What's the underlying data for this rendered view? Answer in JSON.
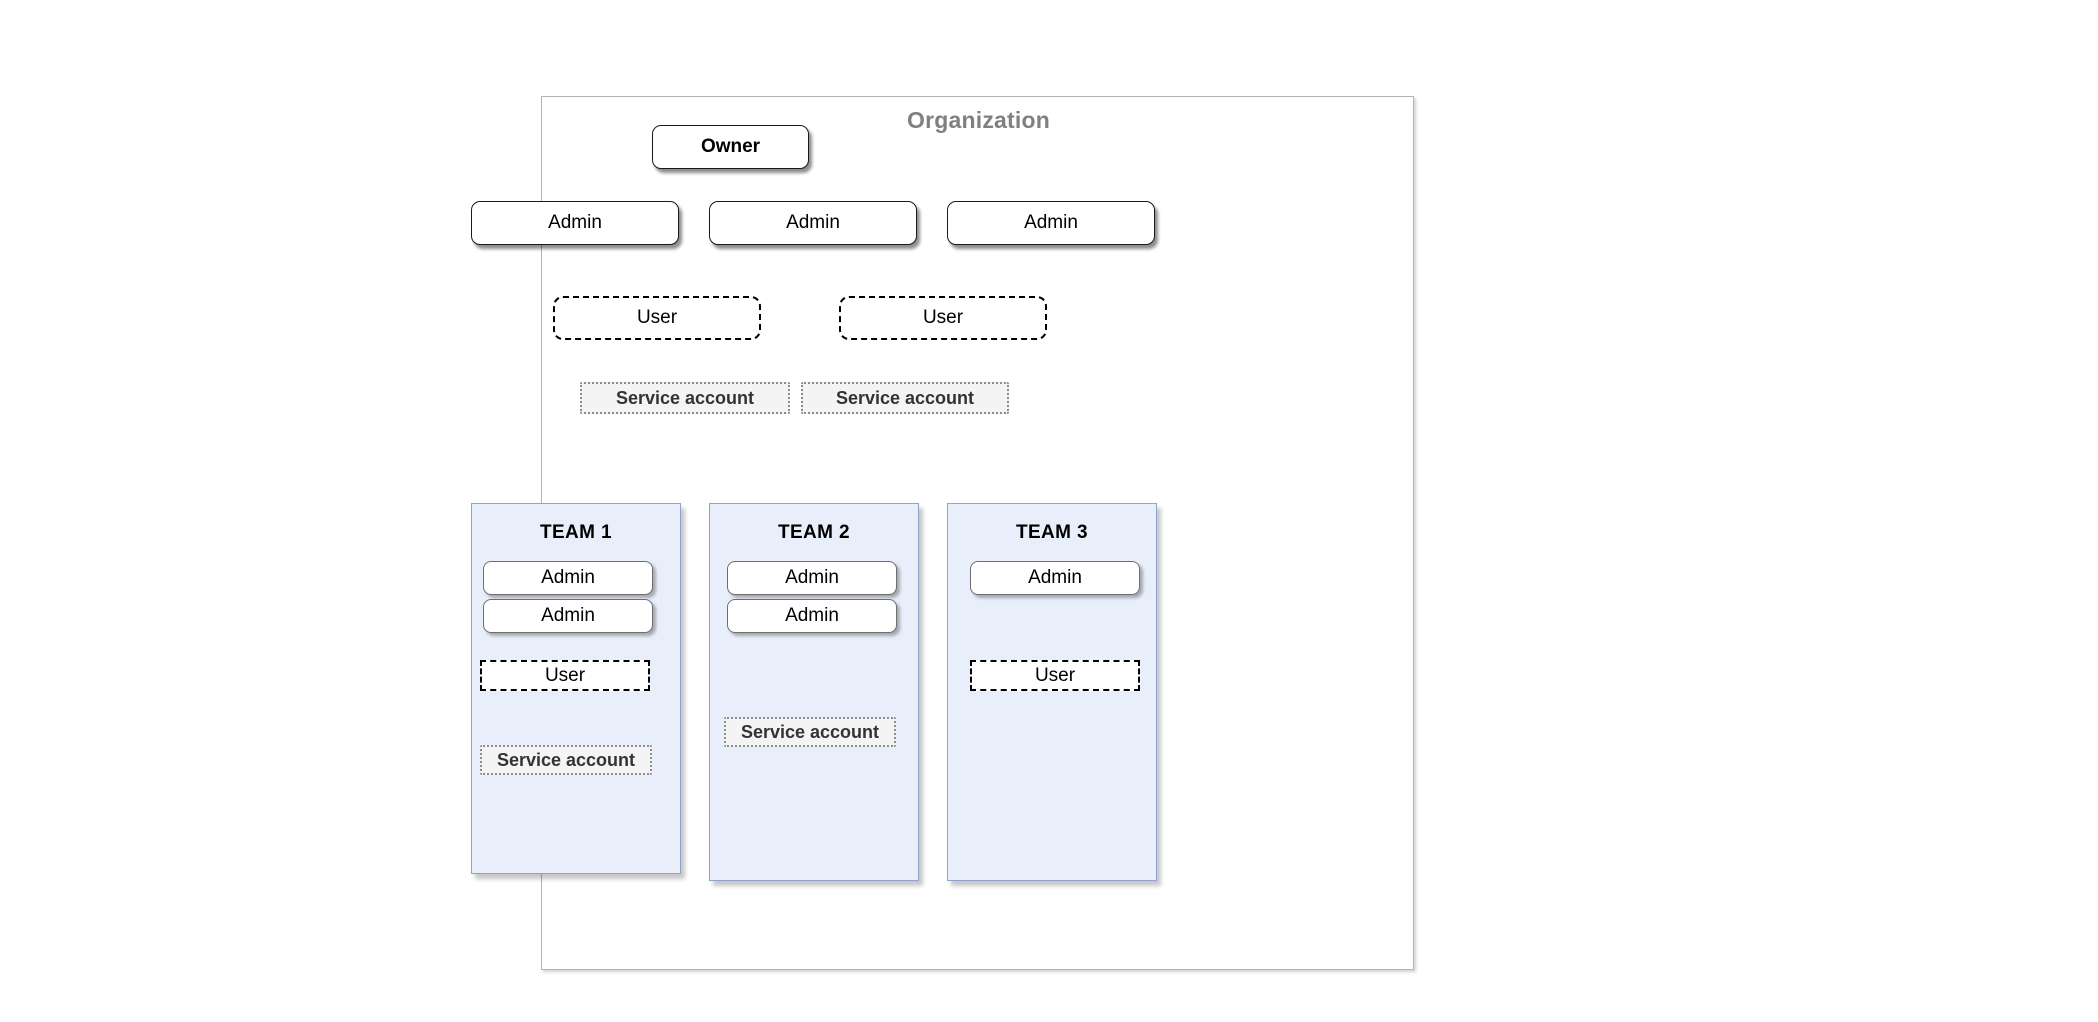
{
  "organization": {
    "title": "Organization",
    "owner": {
      "label": "Owner"
    },
    "admins": [
      {
        "label": "Admin"
      },
      {
        "label": "Admin"
      },
      {
        "label": "Admin"
      }
    ],
    "users": [
      {
        "label": "User"
      },
      {
        "label": "User"
      }
    ],
    "service_accounts": [
      {
        "label": "Service account"
      },
      {
        "label": "Service account"
      }
    ]
  },
  "teams": [
    {
      "title": "TEAM 1",
      "admins": [
        {
          "label": "Admin"
        },
        {
          "label": "Admin"
        }
      ],
      "users": [
        {
          "label": "User"
        }
      ],
      "service_accounts": [
        {
          "label": "Service account"
        }
      ]
    },
    {
      "title": "TEAM 2",
      "admins": [
        {
          "label": "Admin"
        },
        {
          "label": "Admin"
        }
      ],
      "users": [],
      "service_accounts": [
        {
          "label": "Service account"
        }
      ]
    },
    {
      "title": "TEAM 3",
      "admins": [
        {
          "label": "Admin"
        }
      ],
      "users": [
        {
          "label": "User"
        }
      ],
      "service_accounts": []
    }
  ],
  "colors": {
    "title_gray": "#808080",
    "team_fill": "#e9effa",
    "team_border": "#8fa3c8",
    "service_fill": "#f4f4f4",
    "service_text": "#333333",
    "container_border": "#b3b3b3"
  }
}
